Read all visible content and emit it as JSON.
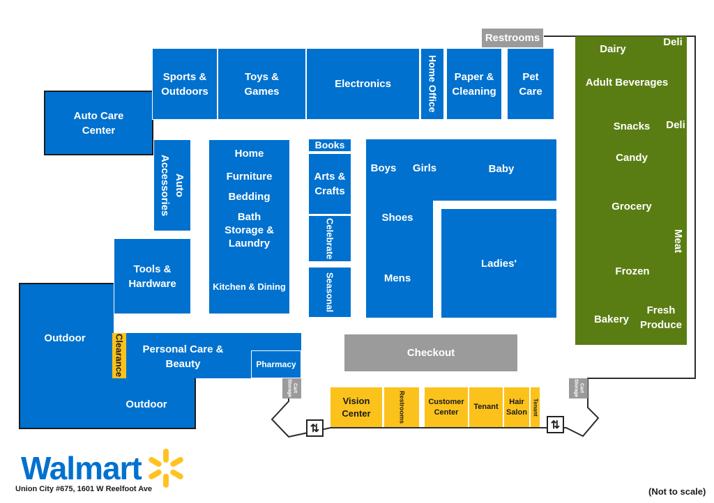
{
  "store": {
    "brand": "Walmart",
    "address": "Union City #675, 1601 W Reelfoot Ave",
    "scale_note": "(Not to scale)"
  },
  "departments": {
    "restrooms_top": "Restrooms",
    "auto_care": "Auto Care\nCenter",
    "sports": "Sports &\nOutdoors",
    "toys": "Toys &\nGames",
    "electronics": "Electronics",
    "home_office": "Home Office",
    "paper": "Paper &\nCleaning",
    "pet": "Pet\nCare",
    "auto_accessories": "Auto\nAccessories",
    "tools": "Tools &\nHardware",
    "home": "Home",
    "furniture": "Furniture",
    "bedding": "Bedding",
    "bath": "Bath\nStorage &\nLaundry",
    "kitchen": "Kitchen & Dining",
    "books": "Books",
    "arts": "Arts &\nCrafts",
    "celebrate": "Celebrate",
    "seasonal": "Seasonal",
    "boys": "Boys",
    "girls": "Girls",
    "baby": "Baby",
    "shoes": "Shoes",
    "mens": "Mens",
    "ladies": "Ladies'",
    "outdoor_top": "Outdoor",
    "outdoor_bottom": "Outdoor",
    "clearance": "Clearance",
    "personal_care": "Personal Care &\nBeauty",
    "pharmacy": "Pharmacy",
    "checkout": "Checkout",
    "dairy": "Dairy",
    "deli_top": "Deli",
    "adult_beverages": "Adult Beverages",
    "snacks": "Snacks",
    "deli_mid": "Deli",
    "candy": "Candy",
    "grocery": "Grocery",
    "meat": "Meat",
    "frozen": "Frozen",
    "bakery": "Bakery",
    "fresh_produce": "Fresh\nProduce",
    "cart_storage_left": "Cart\nStorage",
    "cart_storage_right": "Cart\nStorage",
    "vision_center": "Vision\nCenter",
    "restrooms_front": "Restrooms",
    "customer_center": "Customer\nCenter",
    "tenant_1": "Tenant",
    "hair_salon": "Hair\nSalon",
    "tenant_2": "Tenant"
  },
  "icons": {
    "entrance_left": "entrance-arrows-icon",
    "entrance_right": "entrance-arrows-icon",
    "spark": "walmart-spark-icon",
    "entrance_glyph": "⇅"
  },
  "colors": {
    "general_merchandise": "#0071ce",
    "grocery": "#5a7d13",
    "services": "#fcc21c",
    "restrooms_checkout": "#9b9b9b"
  }
}
